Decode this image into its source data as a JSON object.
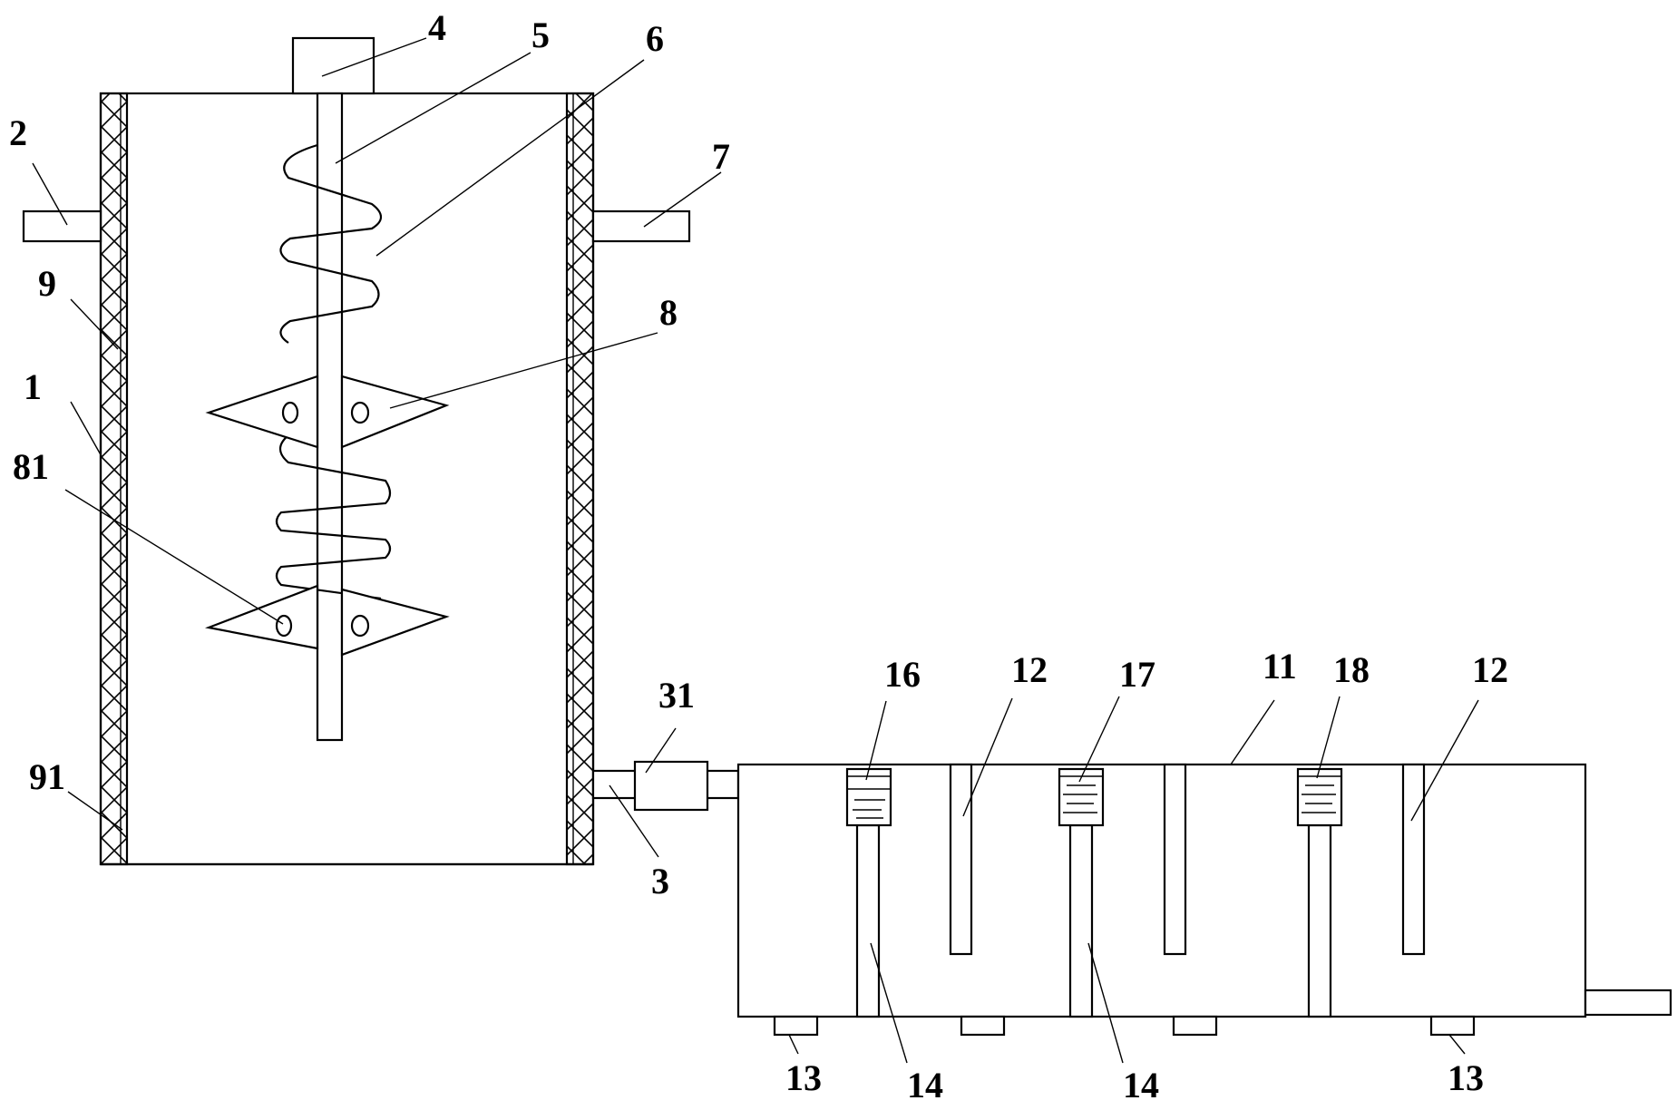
{
  "labels": {
    "l1": "1",
    "l2": "2",
    "l3": "3",
    "l4": "4",
    "l5": "5",
    "l6": "6",
    "l7": "7",
    "l8": "8",
    "l9": "9",
    "l11": "11",
    "l12a": "12",
    "l12b": "12",
    "l13a": "13",
    "l13b": "13",
    "l14a": "14",
    "l14b": "14",
    "l16": "16",
    "l17": "17",
    "l18": "18",
    "l31": "31",
    "l81": "81",
    "l91": "91"
  }
}
